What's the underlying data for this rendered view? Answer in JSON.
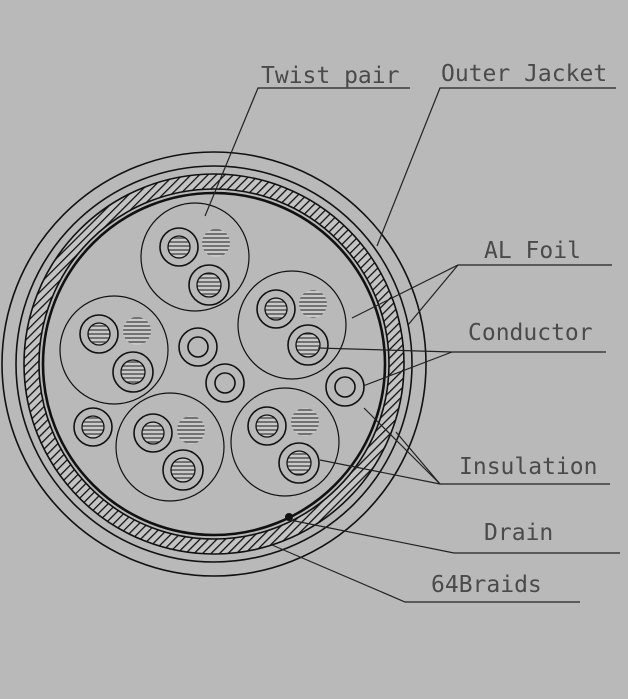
{
  "labels": {
    "twist_pair": "Twist pair",
    "outer_jacket": "Outer Jacket",
    "al_foil": "AL Foil",
    "conductor": "Conductor",
    "insulation": "Insulation",
    "drain": "Drain",
    "braids": "64Braids"
  },
  "colors": {
    "background": "#b9b9b9",
    "ink": "#111111",
    "label_text": "#4a4a4a"
  }
}
